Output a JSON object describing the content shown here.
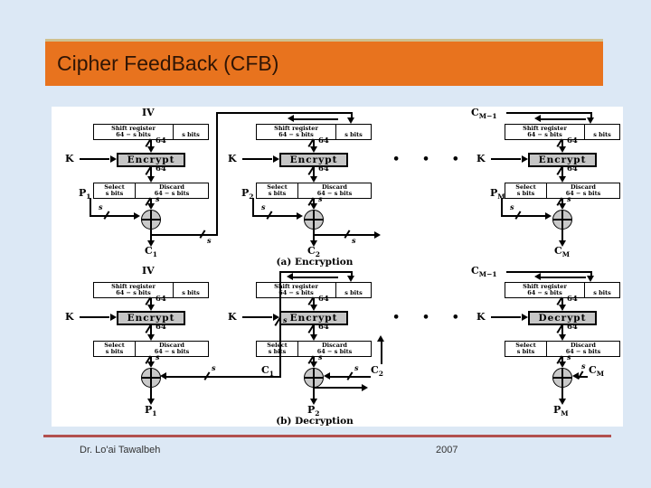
{
  "slide": {
    "title": "Cipher FeedBack (CFB)",
    "footer": {
      "author": "Dr. Lo'ai Tawalbeh",
      "year": "2007"
    }
  },
  "colors": {
    "background": "#dce8f5",
    "title_bar": "#e8731e",
    "title_accent": "#cfc08e",
    "footer_line": "#b2504e",
    "cipher_box_fill": "#c6c6c6",
    "xor_fill": "#c9c9c9"
  },
  "diagram": {
    "common": {
      "key": "K",
      "bus64": "64",
      "s": "s",
      "dots": "• • •",
      "sr_title": "Shift register",
      "sr_left": "64 − s bits",
      "sr_right": "s bits",
      "select_l1": "Select",
      "select_l2": "s bits",
      "discard_l1": "Discard",
      "discard_l2": "64 − s bits"
    },
    "encryption": {
      "caption": "(a) Encryption",
      "units": [
        {
          "cipher": "Encrypt",
          "top": {
            "b": "IV",
            "s": ""
          },
          "in": {
            "b": "P",
            "s": "1"
          },
          "out": {
            "b": "C",
            "s": "1"
          }
        },
        {
          "cipher": "Encrypt",
          "top": {
            "b": "",
            "s": ""
          },
          "in": {
            "b": "P",
            "s": "2"
          },
          "out": {
            "b": "C",
            "s": "2"
          }
        },
        {
          "cipher": "Encrypt",
          "top": {
            "b": "C",
            "s": "M−1"
          },
          "in": {
            "b": "P",
            "s": "M"
          },
          "out": {
            "b": "C",
            "s": "M"
          }
        }
      ]
    },
    "decryption": {
      "caption": "(b) Decryption",
      "units": [
        {
          "cipher": "Encrypt",
          "top": {
            "b": "IV",
            "s": ""
          },
          "in": {
            "b": "C",
            "s": "1"
          },
          "out": {
            "b": "P",
            "s": "1"
          }
        },
        {
          "cipher": "Encrypt",
          "top": {
            "b": "",
            "s": ""
          },
          "in": {
            "b": "C",
            "s": "2"
          },
          "out": {
            "b": "P",
            "s": "2"
          }
        },
        {
          "cipher": "Decrypt",
          "top": {
            "b": "C",
            "s": "M−1"
          },
          "in": {
            "b": "C",
            "s": "M"
          },
          "out": {
            "b": "P",
            "s": "M"
          }
        }
      ]
    }
  }
}
